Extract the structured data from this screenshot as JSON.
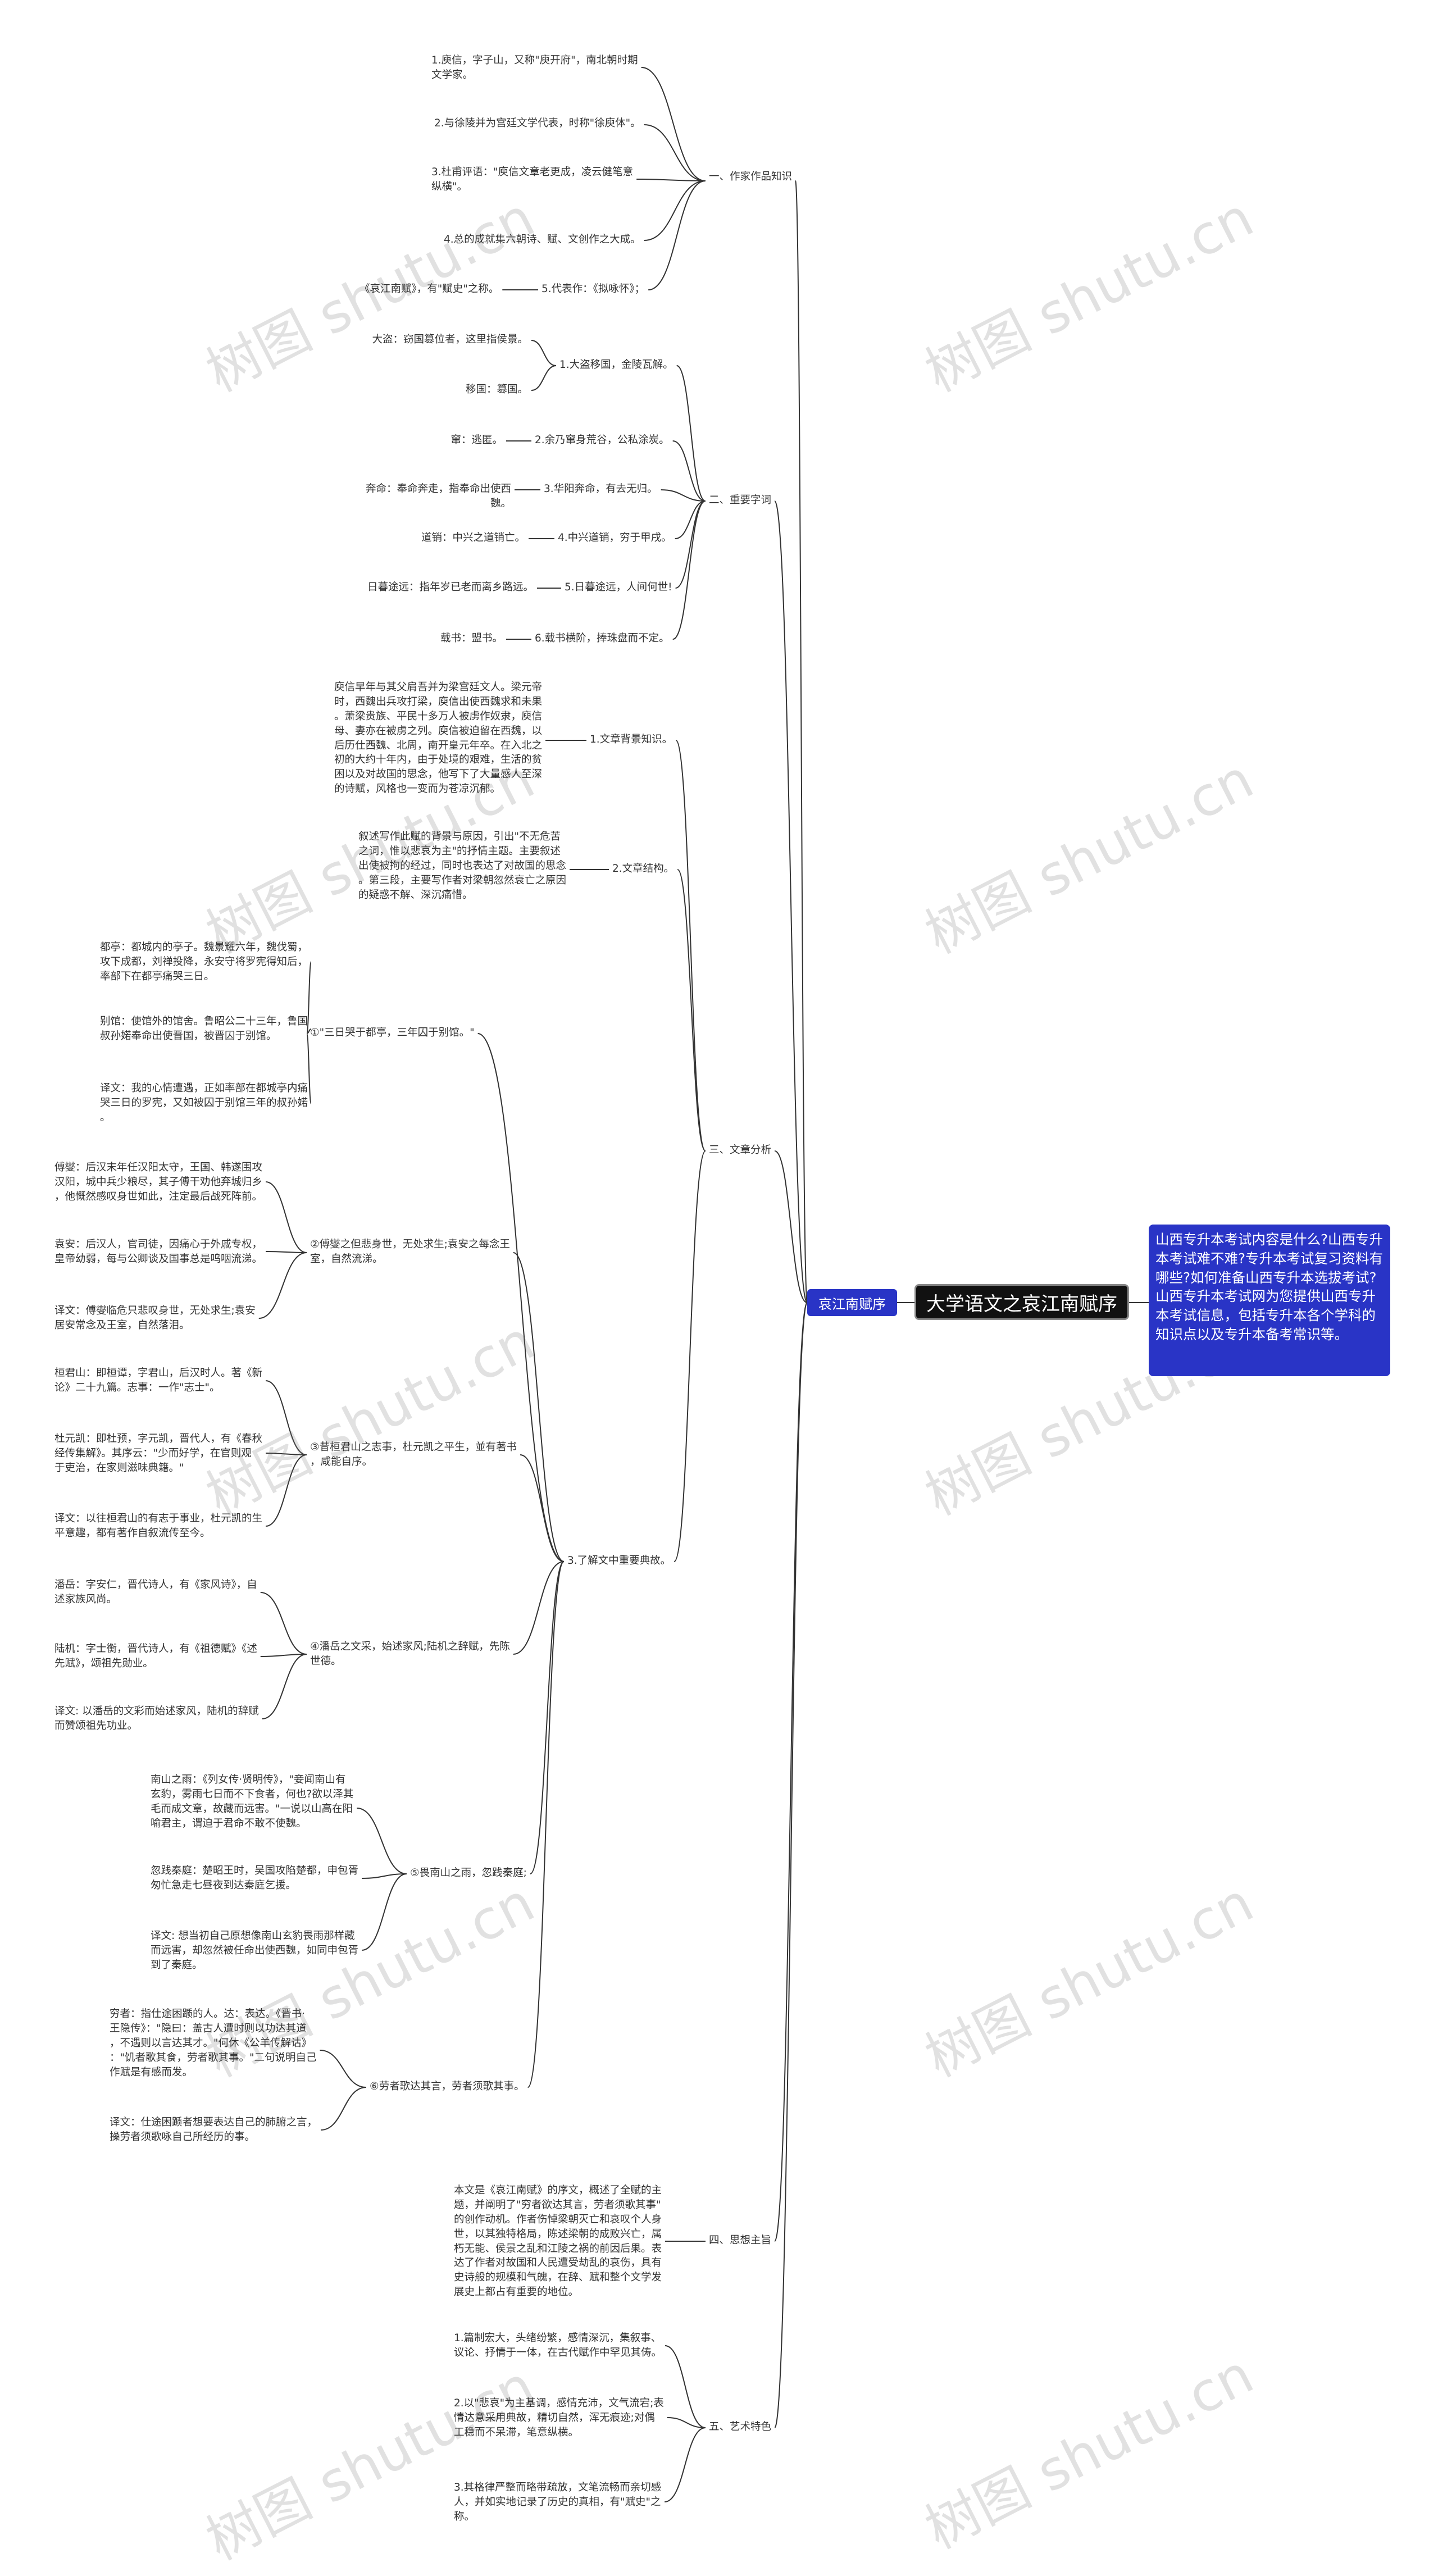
{
  "root": "大学语文之哀江南赋序",
  "left_topic": "哀江南赋序",
  "right_topic": "山西专升本考试内容是什么?山西专升本考试难不难?专升本考试复习资料有哪些?如何准备山西专升本选拔考试?山西专升本考试网为您提供山西专升本考试信息，包括专升本各个学科的知识点以及专升本备考常识等。",
  "watermark": "树图 shutu.cn",
  "nodes": [
    {
      "id": "s1",
      "text": "一、作家作品知识"
    },
    {
      "id": "s1a",
      "text": "1.庾信，字子山，又称\"庾开府\"，南北朝时期\n文学家。"
    },
    {
      "id": "s1b",
      "text": "2.与徐陵并为宫廷文学代表，时称\"徐庾体\"。"
    },
    {
      "id": "s1c",
      "text": "3.杜甫评语：\"庾信文章老更成，凌云健笔意\n纵横\"。"
    },
    {
      "id": "s1d",
      "text": "4.总的成就集六朝诗、赋、文创作之大成。"
    },
    {
      "id": "s1e",
      "text": "5.代表作：《拟咏怀》；"
    },
    {
      "id": "s1e1",
      "text": "《哀江南赋》，有\"赋史\"之称。"
    },
    {
      "id": "s2",
      "text": "二、重要字词"
    },
    {
      "id": "s2a",
      "text": "1.大盗移国，金陵瓦解。"
    },
    {
      "id": "s2a1",
      "text": "大盗：窃国篡位者，这里指侯景。"
    },
    {
      "id": "s2a2",
      "text": "移国：篡国。"
    },
    {
      "id": "s2b",
      "text": "2.余乃窜身荒谷，公私涂炭。"
    },
    {
      "id": "s2b1",
      "text": "窜：逃匿。"
    },
    {
      "id": "s2c",
      "text": "3.华阳奔命，有去无归。"
    },
    {
      "id": "s2c1",
      "text": "奔命：奉命奔走，指奉命出使西魏。"
    },
    {
      "id": "s2d",
      "text": "4.中兴道销，穷于甲戌。"
    },
    {
      "id": "s2d1",
      "text": "道销：中兴之道销亡。"
    },
    {
      "id": "s2e",
      "text": "5.日暮途远，人间何世!"
    },
    {
      "id": "s2e1",
      "text": "日暮途远：指年岁已老而离乡路远。"
    },
    {
      "id": "s2f",
      "text": "6.载书横阶，捧珠盘而不定。"
    },
    {
      "id": "s2f1",
      "text": "载书：盟书。"
    },
    {
      "id": "s3",
      "text": "三、文章分析"
    },
    {
      "id": "s3a",
      "text": "1.文章背景知识。"
    },
    {
      "id": "s3a1",
      "text": "庾信早年与其父肩吾并为梁宫廷文人。梁元帝\n时，西魏出兵攻打梁，庾信出使西魏求和未果\n。萧梁贵族、平民十多万人被虏作奴隶，庾信\n母、妻亦在被虏之列。庾信被迫留在西魏，以\n后历仕西魏、北周，南开皇元年卒。在入北之\n初的大约十年内，由于处境的艰难，生活的贫\n困以及对故国的思念，他写下了大量感人至深\n的诗赋，风格也一变而为苍凉沉郁。"
    },
    {
      "id": "s3b",
      "text": "2.文章结构。"
    },
    {
      "id": "s3b1",
      "text": "叙述写作此赋的背景与原因，引出\"不无危苦\n之词，惟以悲哀为主\"的抒情主题。主要叙述\n出使被拘的经过，同时也表达了对故国的思念\n。第三段，主要写作者对梁朝忽然衰亡之原因\n的疑惑不解、深沉痛惜。"
    },
    {
      "id": "s3c",
      "text": "3.了解文中重要典故。"
    },
    {
      "id": "c1",
      "text": "①\"三日哭于都亭，三年囚于别馆。\""
    },
    {
      "id": "c1a",
      "text": "都亭：都城内的亭子。魏景耀六年，魏伐蜀，\n攻下成都，刘禅投降，永安守将罗宪得知后，\n率部下在都亭痛哭三日。"
    },
    {
      "id": "c1b",
      "text": "别馆：使馆外的馆舍。鲁昭公二十三年，鲁国\n叔孙婼奉命出使晋国，被晋囚于别馆。"
    },
    {
      "id": "c1c",
      "text": "译文：我的心情遭遇，正如率部在都城亭内痛\n哭三日的罗宪，又如被囚于别馆三年的叔孙婼\n。"
    },
    {
      "id": "c2",
      "text": "②傅燮之但悲身世，无处求生;袁安之每念王\n室，自然流涕。"
    },
    {
      "id": "c2a",
      "text": "傅燮：后汉末年任汉阳太守，王国、韩遂围攻\n汉阳，城中兵少粮尽，其子傅干劝他弃城归乡\n，他慨然感叹身世如此，注定最后战死阵前。"
    },
    {
      "id": "c2b",
      "text": "袁安：后汉人，官司徒，因痛心于外戚专权，\n皇帝幼弱，每与公卿谈及国事总是呜咽流涕。"
    },
    {
      "id": "c2c",
      "text": "译文：傅燮临危只悲叹身世，无处求生;袁安\n居安常念及王室，自然落泪。"
    },
    {
      "id": "c3",
      "text": "③昔桓君山之志事，杜元凯之平生，並有著书\n，咸能自序。"
    },
    {
      "id": "c3a",
      "text": "桓君山：即桓谭，字君山，后汉时人。著《新\n论》二十九篇。志事：一作\"志士\"。"
    },
    {
      "id": "c3b",
      "text": "杜元凯：即杜预，字元凯，晋代人，有《春秋\n经传集解》。其序云：\"少而好学，在官则观\n于吏治，在家则滋味典籍。\""
    },
    {
      "id": "c3c",
      "text": "译文：以往桓君山的有志于事业，杜元凯的生\n平意趣，都有著作自叙流传至今。"
    },
    {
      "id": "c4",
      "text": "④潘岳之文采，始述家风;陆机之辞赋，先陈\n世德。"
    },
    {
      "id": "c4a",
      "text": "潘岳：字安仁，晋代诗人，有《家风诗》，自\n述家族风尚。"
    },
    {
      "id": "c4b",
      "text": "陆机：字士衡，晋代诗人，有《祖德赋》《述\n先赋》，颂祖先勋业。"
    },
    {
      "id": "c4c",
      "text": "译文: 以潘岳的文彩而始述家风，陆机的辞赋\n而赞颂祖先功业。"
    },
    {
      "id": "c5",
      "text": "⑤畏南山之雨，忽践秦庭;"
    },
    {
      "id": "c5a",
      "text": "南山之雨：《列女传·贤明传》，\"妾闻南山有\n玄豹，雾雨七日而不下食者，何也?欲以泽其\n毛而成文章，故藏而远害。\"一说以山高在阳\n喻君主，谓迫于君命不敢不使魏。"
    },
    {
      "id": "c5b",
      "text": "忽践秦庭：楚昭王时，吴国攻陷楚都，申包胥\n匆忙急走七昼夜到达秦庭乞援。"
    },
    {
      "id": "c5c",
      "text": "译文: 想当初自己原想像南山玄豹畏雨那样藏\n而远害，却忽然被任命出使西魏，如同申包胥\n到了秦庭。"
    },
    {
      "id": "c6",
      "text": "⑥劳者歌达其言，劳者须歌其事。"
    },
    {
      "id": "c6a",
      "text": "穷者：指仕途困踬的人。达：表达。《晋书·\n王隐传》：\"隐曰：盖古人遭时则以功达其道\n，不遇则以言达其才。\"何休《公羊传解诂》\n：\"饥者歌其食，劳者歌其事。\"二句说明自己\n作赋是有感而发。"
    },
    {
      "id": "c6b",
      "text": "译文：仕途困踬者想要表达自己的肺腑之言，\n操劳者须歌咏自己所经历的事。"
    },
    {
      "id": "s4",
      "text": "四、思想主旨"
    },
    {
      "id": "s4a",
      "text": "本文是《哀江南赋》的序文，概述了全赋的主\n题，并阐明了\"穷者欲达其言，劳者须歌其事\"\n的创作动机。作者伤悼梁朝灭亡和哀叹个人身\n世，以其独特格局，陈述梁朝的成败兴亡，属\n朽无能、侯景之乱和江陵之祸的前因后果。表\n达了作者对故国和人民遭受劫乱的哀伤，具有\n史诗般的规模和气魄，在辞、赋和整个文学发\n展史上都占有重要的地位。"
    },
    {
      "id": "s5",
      "text": "五、艺术特色"
    },
    {
      "id": "s5a",
      "text": "1.篇制宏大，头绪纷繁，感情深沉，集叙事、\n议论、抒情于一体，在古代赋作中罕见其俦。"
    },
    {
      "id": "s5b",
      "text": "2.以\"悲哀\"为主基调，感情充沛，文气流宕;表\n情达意采用典故，精切自然，浑无痕迹;对偶\n工稳而不呆滞，笔意纵横。"
    },
    {
      "id": "s5c",
      "text": "3.其格律严整而略带疏放，文笔流畅而亲切感\n人，并如实地记录了历史的真相，有\"赋史\"之\n称。"
    }
  ]
}
